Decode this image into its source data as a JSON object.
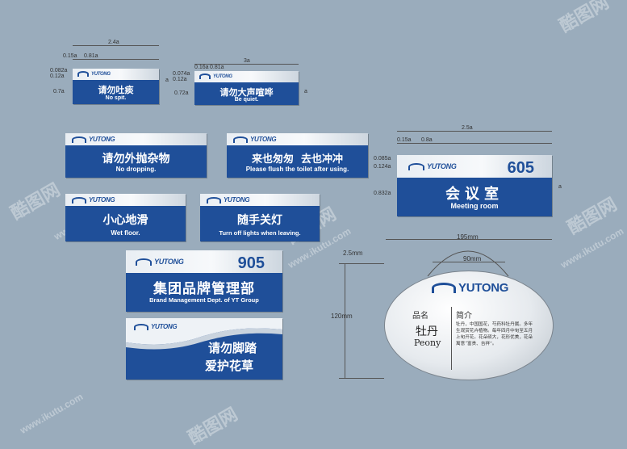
{
  "brand": "YUTONG",
  "colors": {
    "background": "#9aacbc",
    "sign_blue": "#1f4f99",
    "plate_white": "#f2f4f6"
  },
  "watermark": {
    "logo": "酷图网",
    "url": "www.ikutu.com"
  },
  "signs": {
    "no_spit": {
      "zh": "请勿吐痰",
      "en": "No spit."
    },
    "be_quiet": {
      "zh": "请勿大声喧哗",
      "en": "Be quiet."
    },
    "no_dropping": {
      "zh": "请勿外抛杂物",
      "en": "No dropping."
    },
    "flush": {
      "zh": "来也匆匆  去也冲冲",
      "en": "Please flush the toilet after using."
    },
    "wet_floor": {
      "zh": "小心地滑",
      "en": "Wet floor."
    },
    "lights": {
      "zh": "随手关灯",
      "en": "Turn off lights when leaving."
    },
    "meeting": {
      "number": "605",
      "zh": "会议室",
      "en": "Meeting room"
    },
    "dept": {
      "number": "905",
      "zh": "集团品牌管理部",
      "en": "Brand Management Dept. of YT Group"
    },
    "grass": {
      "line1": "请勿脚踏",
      "line2": "爱护花草"
    }
  },
  "plant_tag": {
    "name_label": "品名",
    "intro_label": "简介",
    "name_zh": "牡丹",
    "name_en": "Peony",
    "intro": "牡丹，中国国花，芍药科牡丹属。多年生观赏花卉植物。每年四月中旬至五月上旬开花。花朵硕大，花形优美，花朵寓意“富贵、吉祥”。"
  },
  "dims": {
    "d24": "2.4a",
    "d3": "3a",
    "d25": "2.5a",
    "d015": "0.15a",
    "d081": "0.81a",
    "d016": "0.16a",
    "d081b": "0.81a",
    "d082": "0.082a",
    "d012": "0.12a",
    "d07": "0.7a",
    "d0074": "0.074a",
    "d0124": "0.12a",
    "d072": "0.72a",
    "d015b": "0.15a",
    "d08": "0.8a",
    "d0085": "0.085a",
    "d0124b": "0.124a",
    "d0832": "0.832a",
    "mm195": "195mm",
    "mm90": "90mm",
    "mm25": "2.5mm",
    "mm120": "120mm",
    "a1": "a",
    "a2": "a",
    "a3": "a"
  }
}
